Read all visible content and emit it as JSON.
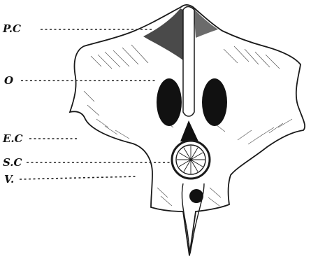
{
  "figure": {
    "labels": {
      "pc": "P.C",
      "o": "O",
      "ec": "E.C",
      "sc": "S.C",
      "v": "V."
    }
  }
}
